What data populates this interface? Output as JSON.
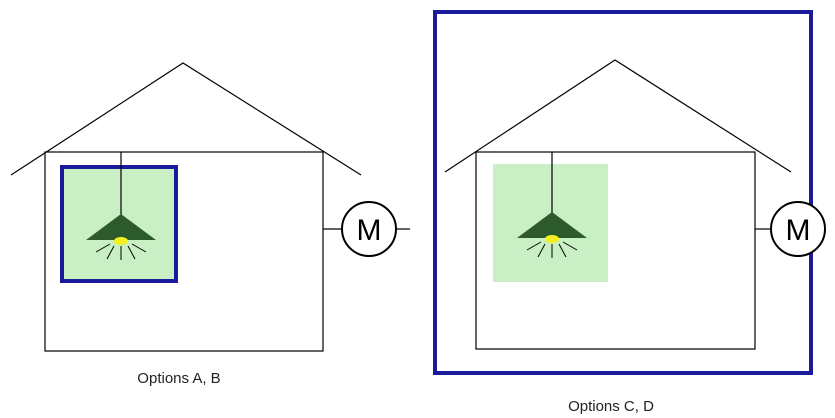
{
  "meter_symbol": "M",
  "captions": {
    "left": "Options A, B",
    "right": "Options C, D"
  },
  "colors": {
    "boundary_outline": "#1a1a9a",
    "lighting_zone_fill": "#c9f0c4",
    "lamp_shade": "#2d5a2d",
    "lamp_bulb": "#f5f020",
    "outline": "#000000"
  }
}
